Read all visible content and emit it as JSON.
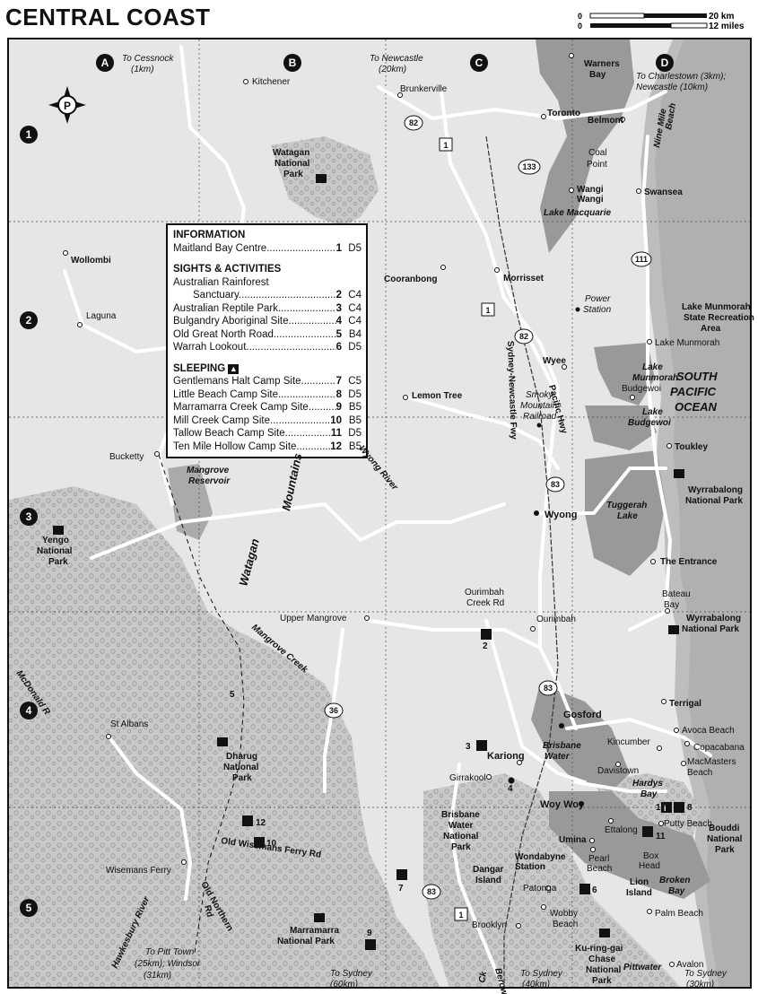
{
  "title": "CENTRAL COAST",
  "scale": {
    "km": "20 km",
    "miles": "12 miles",
    "zero_km": "0",
    "zero_mi": "0"
  },
  "columns": [
    "A",
    "B",
    "C",
    "D"
  ],
  "rows": [
    "1",
    "2",
    "3",
    "4",
    "5"
  ],
  "legend": {
    "information_title": "INFORMATION",
    "information": [
      {
        "name": "Maitland Bay Centre",
        "num": "1",
        "grid": "D5"
      }
    ],
    "sights_title": "SIGHTS & ACTIVITIES",
    "sights": [
      {
        "name": "Australian Rainforest",
        "name2": "Sanctuary",
        "num": "2",
        "grid": "C4"
      },
      {
        "name": "Australian Reptile Park",
        "num": "3",
        "grid": "C4"
      },
      {
        "name": "Bulgandry Aboriginal Site",
        "num": "4",
        "grid": "C4"
      },
      {
        "name": "Old Great North Road",
        "num": "5",
        "grid": "B4"
      },
      {
        "name": "Warrah Lookout",
        "num": "6",
        "grid": "D5"
      }
    ],
    "sleeping_title": "SLEEPING",
    "sleeping": [
      {
        "name": "Gentlemans Halt Camp Site",
        "num": "7",
        "grid": "C5"
      },
      {
        "name": "Little Beach Camp Site",
        "num": "8",
        "grid": "D5"
      },
      {
        "name": "Marramarra Creek Camp Site",
        "num": "9",
        "grid": "B5"
      },
      {
        "name": "Mill Creek Camp Site",
        "num": "10",
        "grid": "B5"
      },
      {
        "name": "Tallow Beach Camp Site",
        "num": "11",
        "grid": "D5"
      },
      {
        "name": "Ten Mile Hollow Camp Site",
        "num": "12",
        "grid": "B5"
      }
    ]
  },
  "directions": {
    "cessnock": [
      "To Cessnock",
      "(1km)"
    ],
    "newcastle": [
      "To Newcastle",
      "(20km)"
    ],
    "charlestown": [
      "To Charlestown (3km);",
      "Newcastle (10km)"
    ],
    "pitt_town": [
      "To Pitt Town",
      "(25km); Windsor",
      "(31km)"
    ],
    "sydney60": [
      "To Sydney",
      "(60km)"
    ],
    "sydney40": [
      "To Sydney",
      "(40km)"
    ],
    "sydney30": [
      "To Sydney",
      "(30km)"
    ]
  },
  "towns": {
    "kitchener": "Kitchener",
    "brunkerville": "Brunkerville",
    "warners": "Warners",
    "warners2": "Bay",
    "toronto": "Toronto",
    "belmont": "Belmont",
    "coal": "Coal",
    "coal2": "Point",
    "wangi": "Wangi",
    "wangi2": "Wangi",
    "swansea": "Swansea",
    "wollombi": "Wollombi",
    "laguna": "Laguna",
    "cooranbong": "Cooranbong",
    "morrisset": "Morrisset",
    "power": "Power",
    "power2": "Station",
    "lake_munmorah": "Lake Munmorah",
    "wyee": "Wyee",
    "budgewoi": "Budgewoi",
    "lemon_tree": "Lemon Tree",
    "smoky": "Smoky",
    "smoky2": "Mountain",
    "smoky3": "Railroad",
    "toukley": "Toukley",
    "bucketty": "Bucketty",
    "wyong": "Wyong",
    "the_entrance": "The Entrance",
    "bateau": "Bateau",
    "bateau2": "Bay",
    "ourimbah_creek": "Ourimbah",
    "ourimbah_creek2": "Creek Rd",
    "ourimbah": "Ourimbah",
    "upper_mangrove": "Upper Mangrove",
    "terrigal": "Terrigal",
    "gosford": "Gosford",
    "avoca": "Avoca Beach",
    "kincumber": "Kincumber",
    "st_albans": "St Albans",
    "kariong": "Kariong",
    "copacabana": "Copacabana",
    "macmasters": "MacMasters",
    "macmasters2": "Beach",
    "davistown": "Davistown",
    "girrakool": "Girrakool",
    "woy_woy": "Woy Woy",
    "ettalong": "Ettalong",
    "putty_beach": "Putty Beach",
    "umina": "Umina",
    "box": "Box",
    "box2": "Head",
    "pearl": "Pearl",
    "pearl2": "Beach",
    "wisemans_ferry": "Wisemans Ferry",
    "patonga": "Patonga",
    "wobby": "Wobby",
    "wobby2": "Beach",
    "palm_beach": "Palm Beach",
    "brooklyn": "Brooklyn",
    "avalon": "Avalon",
    "wondabyne": "Wondabyne",
    "wondabyne2": "Station"
  },
  "parks": {
    "watagan_np": [
      "Watagan",
      "National",
      "Park"
    ],
    "yengo": [
      "Yengo",
      "National",
      "Park"
    ],
    "dharug": [
      "Dharug",
      "National",
      "Park"
    ],
    "wyrrabalong1": [
      "Wyrrabalong",
      "National Park"
    ],
    "wyrrabalong2": [
      "Wyrrabalong",
      "National Park"
    ],
    "bouddi": [
      "Bouddi",
      "National",
      "Park"
    ],
    "brisbane_water_np": [
      "Brisbane",
      "Water",
      "National",
      "Park"
    ],
    "marramarra": [
      "Marramarra",
      "National Park"
    ],
    "kuringgai": [
      "Ku-ring-gai",
      "Chase",
      "National",
      "Park"
    ],
    "lake_munmorah_sra": [
      "Lake Munmorah",
      "State Recreation",
      "Area"
    ]
  },
  "features": {
    "lake_macquarie": "Lake Macquarie",
    "lake_munmorah": [
      "Lake",
      "Munmorah"
    ],
    "lake_budgewoi": [
      "Lake",
      "Budgewoi"
    ],
    "tuggerah": [
      "Tuggerah",
      "Lake"
    ],
    "pacific": [
      "SOUTH",
      "PACIFIC",
      "OCEAN"
    ],
    "nine_mile": [
      "Nine Mile",
      "Beach"
    ],
    "mangrove_res": [
      "Mangrove",
      "Reservoir"
    ],
    "watagan_mtns": [
      "Watagan",
      "Mountains"
    ],
    "wyong_river": "Wyong River",
    "mangrove_creek": "Mangrove Creek",
    "mcdonald": "McDonald R",
    "hawkesbury": "Hawkesbury River",
    "old_wisemans": "Old Wisemans Ferry Rd",
    "old_northern": [
      "Old Northern",
      "Rd"
    ],
    "brisbane_water": [
      "Brisbane",
      "Water"
    ],
    "hardys": [
      "Hardys",
      "Bay"
    ],
    "broken_bay": [
      "Broken",
      "Bay"
    ],
    "lion_island": [
      "Lion",
      "Island"
    ],
    "dangar_island": [
      "Dangar",
      "Island"
    ],
    "pittwater": "Pittwater",
    "berowra": [
      "Berowra",
      "Ck"
    ],
    "sydney_newcastle": "Sydney-Newcastle Fwy",
    "pacific_hwy": "Pacific Hwy"
  },
  "route_shields": {
    "r82a": "82",
    "r1a": "1",
    "r133": "133",
    "r111": "111",
    "r1b": "1",
    "r82b": "82",
    "r83a": "83",
    "r36": "36",
    "r83b": "83",
    "r83c": "83",
    "r1c": "1"
  },
  "site_numbers": {
    "s1": "1",
    "s2": "2",
    "s3": "3",
    "s4": "4",
    "s5": "5",
    "s6": "6",
    "s7": "7",
    "s8": "8",
    "s9": "9",
    "s10": "10",
    "s11": "11",
    "s12": "12"
  }
}
